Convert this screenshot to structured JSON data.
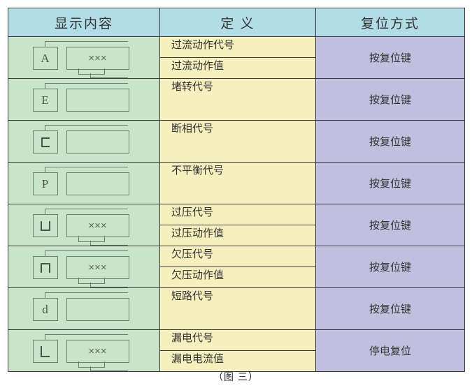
{
  "table": {
    "headers": {
      "display": "显示内容",
      "definition": "定  义",
      "reset": "复位方式"
    },
    "rows": [
      {
        "code": "A",
        "code_type": "char",
        "has_value_box": true,
        "value_text": "×××",
        "definitions": [
          "过流动作代号",
          "过流动作值"
        ],
        "reset": "按复位键"
      },
      {
        "code": "E",
        "code_type": "char",
        "has_value_box": false,
        "value_text": "",
        "definitions": [
          "堵转代号"
        ],
        "reset": "按复位键"
      },
      {
        "code": "C",
        "code_type": "seg-c",
        "has_value_box": false,
        "value_text": "",
        "definitions": [
          "断相代号"
        ],
        "reset": "按复位键"
      },
      {
        "code": "P",
        "code_type": "char",
        "has_value_box": false,
        "value_text": "",
        "definitions": [
          "不平衡代号"
        ],
        "reset": "按复位键"
      },
      {
        "code": "U",
        "code_type": "seg-u",
        "has_value_box": true,
        "value_text": "×××",
        "definitions": [
          "过压代号",
          "过压动作值"
        ],
        "reset": "按复位键"
      },
      {
        "code": "N",
        "code_type": "seg-n",
        "has_value_box": true,
        "value_text": "×××",
        "definitions": [
          "欠压代号",
          "欠压动作值"
        ],
        "reset": "按复位键"
      },
      {
        "code": "d",
        "code_type": "char",
        "has_value_box": false,
        "value_text": "",
        "definitions": [
          "短路代号"
        ],
        "reset": "按复位键"
      },
      {
        "code": "L",
        "code_type": "seg-l",
        "has_value_box": true,
        "value_text": "×××",
        "definitions": [
          "漏电代号",
          "漏电电流值"
        ],
        "reset": "停电复位"
      }
    ]
  },
  "caption": "（图 三）",
  "colors": {
    "header_bg": "#b2dde7",
    "display_col_bg": "#c9e5c9",
    "definition_col_bg": "#f6efbe",
    "reset_col_bg": "#c0c0de",
    "border": "#3c3c3c",
    "graphic_stroke": "#6d7d6d"
  }
}
